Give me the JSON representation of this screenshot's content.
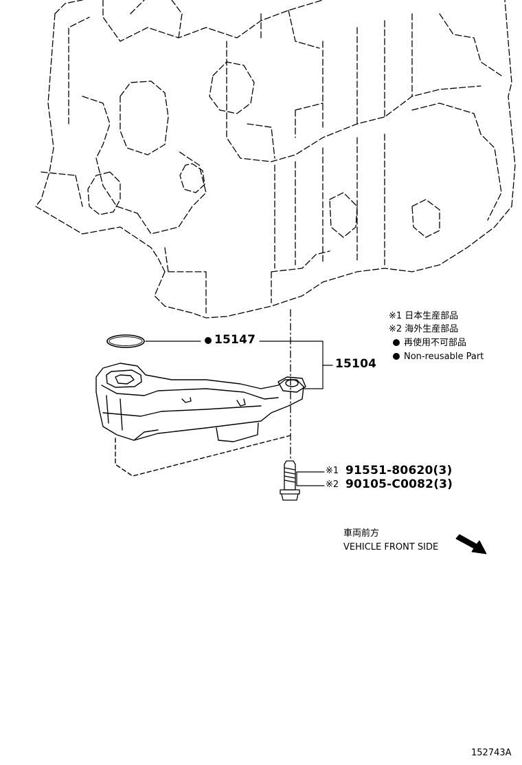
{
  "legend": {
    "line1": "※1 日本生産部品",
    "line2": "※2 海外生産部品",
    "line3": "再使用不可部品",
    "line4": "Non-reusable Part"
  },
  "parts": {
    "oring": "15147",
    "strainer": "15104",
    "bolt_jp": "91551-80620(3)",
    "bolt_overseas": "90105-C0082(3)",
    "bolt_jp_mark": "※1",
    "bolt_overseas_mark": "※2"
  },
  "direction": {
    "jp": "車両前方",
    "en": "VEHICLE FRONT SIDE"
  },
  "illustration_id": "152743A"
}
